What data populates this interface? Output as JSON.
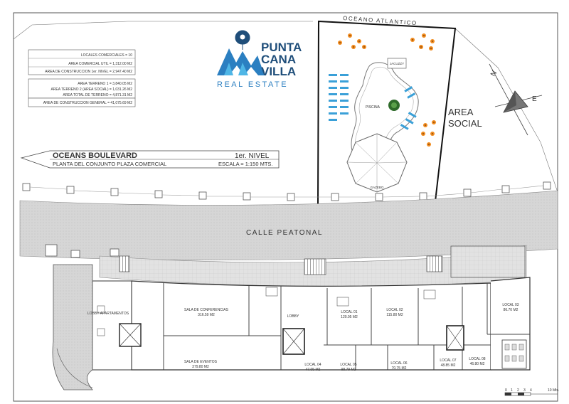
{
  "summary_table": {
    "locales_comerciales": "LOCALES COMERCIALES = 10",
    "area_comercial_util": "AREA COMERCIAL UTIL = 1,312.00 M2",
    "area_construccion_1er": "AREA DE CONSTRUCCION 1er. NIVEL = 2,947.40 M2",
    "area_terreno_1": "AREA TERRENO 1 = 3,840.05 M2",
    "area_terreno_2": "AREA TERRENO 2 (AREA SOCIAL) = 1,031.26 M2",
    "area_total_terreno": "AREA TOTAL DE TERRENO = 4,871.31 M2",
    "area_construccion_general": "AREA DE CONSTRUCCION GENERAL = 41,075.69 M2"
  },
  "logo": {
    "line1": "PUNTA",
    "line2": "CANA",
    "line3": "VILLA",
    "line4": "REAL ESTATE"
  },
  "title_block": {
    "road": "OCEANS BOULEVARD",
    "level": "1er. NIVEL",
    "plan_name": "PLANTA DEL CONJUNTO PLAZA COMERCIAL",
    "scale": "ESCALA = 1:150 MTS."
  },
  "social": {
    "ocean": "OCEANO ATLANTICO",
    "jacuzzi": "JACUZZY",
    "piscina": "PISCINA",
    "gazebo": "GAZEBO",
    "area_line1": "AREA",
    "area_line2": "SOCIAL"
  },
  "compass": {
    "n": "N",
    "e": "E"
  },
  "street": "CALLE PEATONAL",
  "rooms": {
    "lobby_apartamentos": "LOBBY APARTAMENTOS",
    "sala_conferencias": "SALA DE CONFERENCIAS",
    "sala_conferencias_area": "316.59 M2",
    "sala_eventos": "SALA DE EVENTOS",
    "sala_eventos_area": "379.80 M2",
    "lobby": "LOBBY",
    "local01": "LOCAL 01",
    "local01_area": "120.05 M2",
    "local02": "LOCAL 02",
    "local02_area": "115.80 M2",
    "local03": "LOCAL 03",
    "local03_area": "86.70 M2",
    "local04": "LOCAL 04",
    "local04_area": "47.05 M2",
    "local05": "LOCAL 05",
    "local05_area": "98.79 M2",
    "local06": "LOCAL 06",
    "local06_area": "70.75 M2",
    "local07": "LOCAL 07",
    "local07_area": "48.85 M2",
    "local08": "LOCAL 08",
    "local08_area": "46.80 M2"
  },
  "scale_bar": {
    "zero": "0",
    "mark1": "1",
    "mark2": "2",
    "mark3": "3",
    "mark4": "4",
    "end": "10 Mts."
  },
  "colors": {
    "logo_blue": "#2b7fc1",
    "logo_dark": "#1f4e7a",
    "pool_blue": "#3aa0d8",
    "chair_orange": "#f08a1c",
    "street_gray": "#cfcfcf"
  }
}
